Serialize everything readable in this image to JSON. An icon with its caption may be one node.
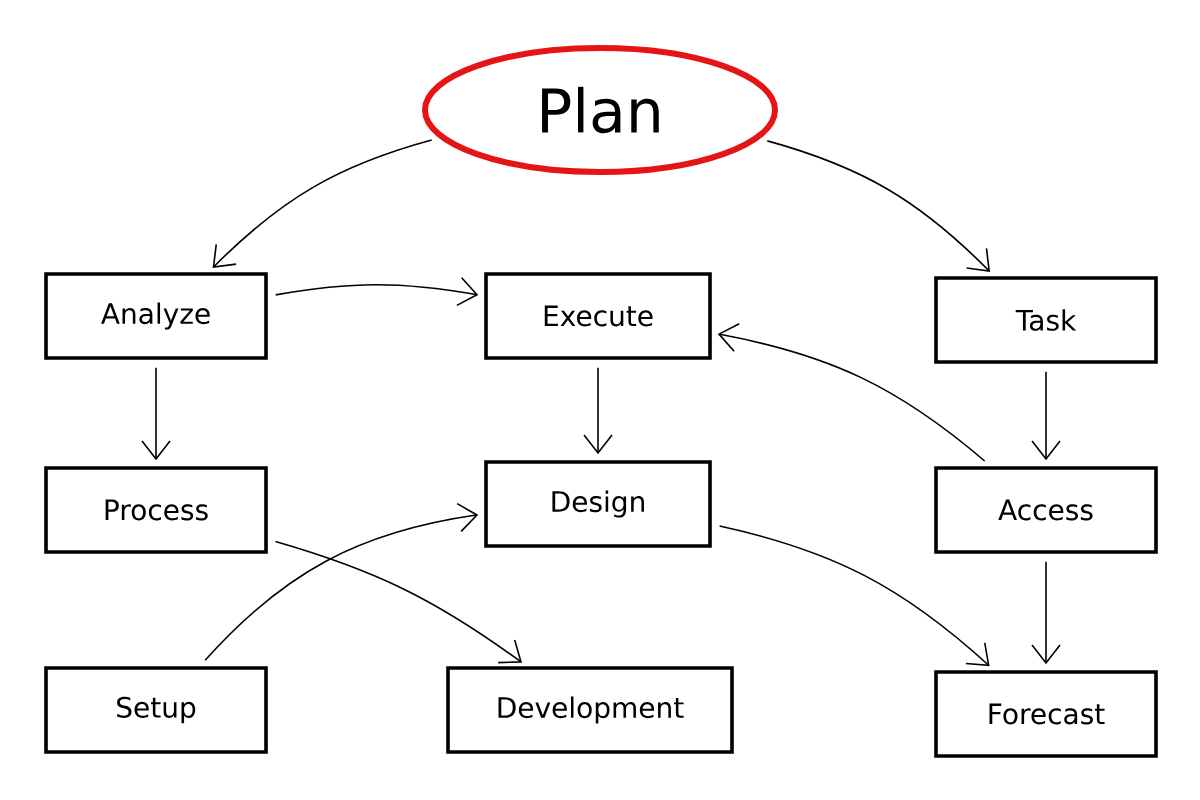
{
  "diagram": {
    "nodes": [
      {
        "text": [
          "Plan"
        ]
      },
      {
        "text": [
          "Analyze"
        ]
      },
      {
        "text": [
          "Execute"
        ]
      },
      {
        "text": [
          "Task"
        ]
      },
      {
        "text": [
          "Process"
        ]
      },
      {
        "text": [
          "Design"
        ]
      },
      {
        "text": [
          "Access"
        ]
      },
      {
        "text": [
          "Setup"
        ]
      },
      {
        "text": [
          "Development"
        ]
      },
      {
        "text": [
          "Forecast"
        ]
      }
    ],
    "edges": [
      {
        "from": 0,
        "to": 1,
        "arrow": "to"
      },
      {
        "from": 0,
        "to": 3,
        "arrow": "to"
      },
      {
        "from": 1,
        "to": 2,
        "arrow": "to"
      },
      {
        "from": 1,
        "to": 4,
        "arrow": "to"
      },
      {
        "from": 2,
        "to": 5,
        "arrow": "to"
      },
      {
        "from": 3,
        "to": 6,
        "arrow": "to"
      },
      {
        "from": 6,
        "to": 9,
        "arrow": "to"
      },
      {
        "from": 6,
        "to": 2,
        "arrow": "to"
      },
      {
        "from": 7,
        "to": 5,
        "arrow": "to"
      },
      {
        "from": 4,
        "to": 8,
        "arrow": "to"
      },
      {
        "from": 5,
        "to": 9,
        "arrow": "to"
      }
    ]
  }
}
